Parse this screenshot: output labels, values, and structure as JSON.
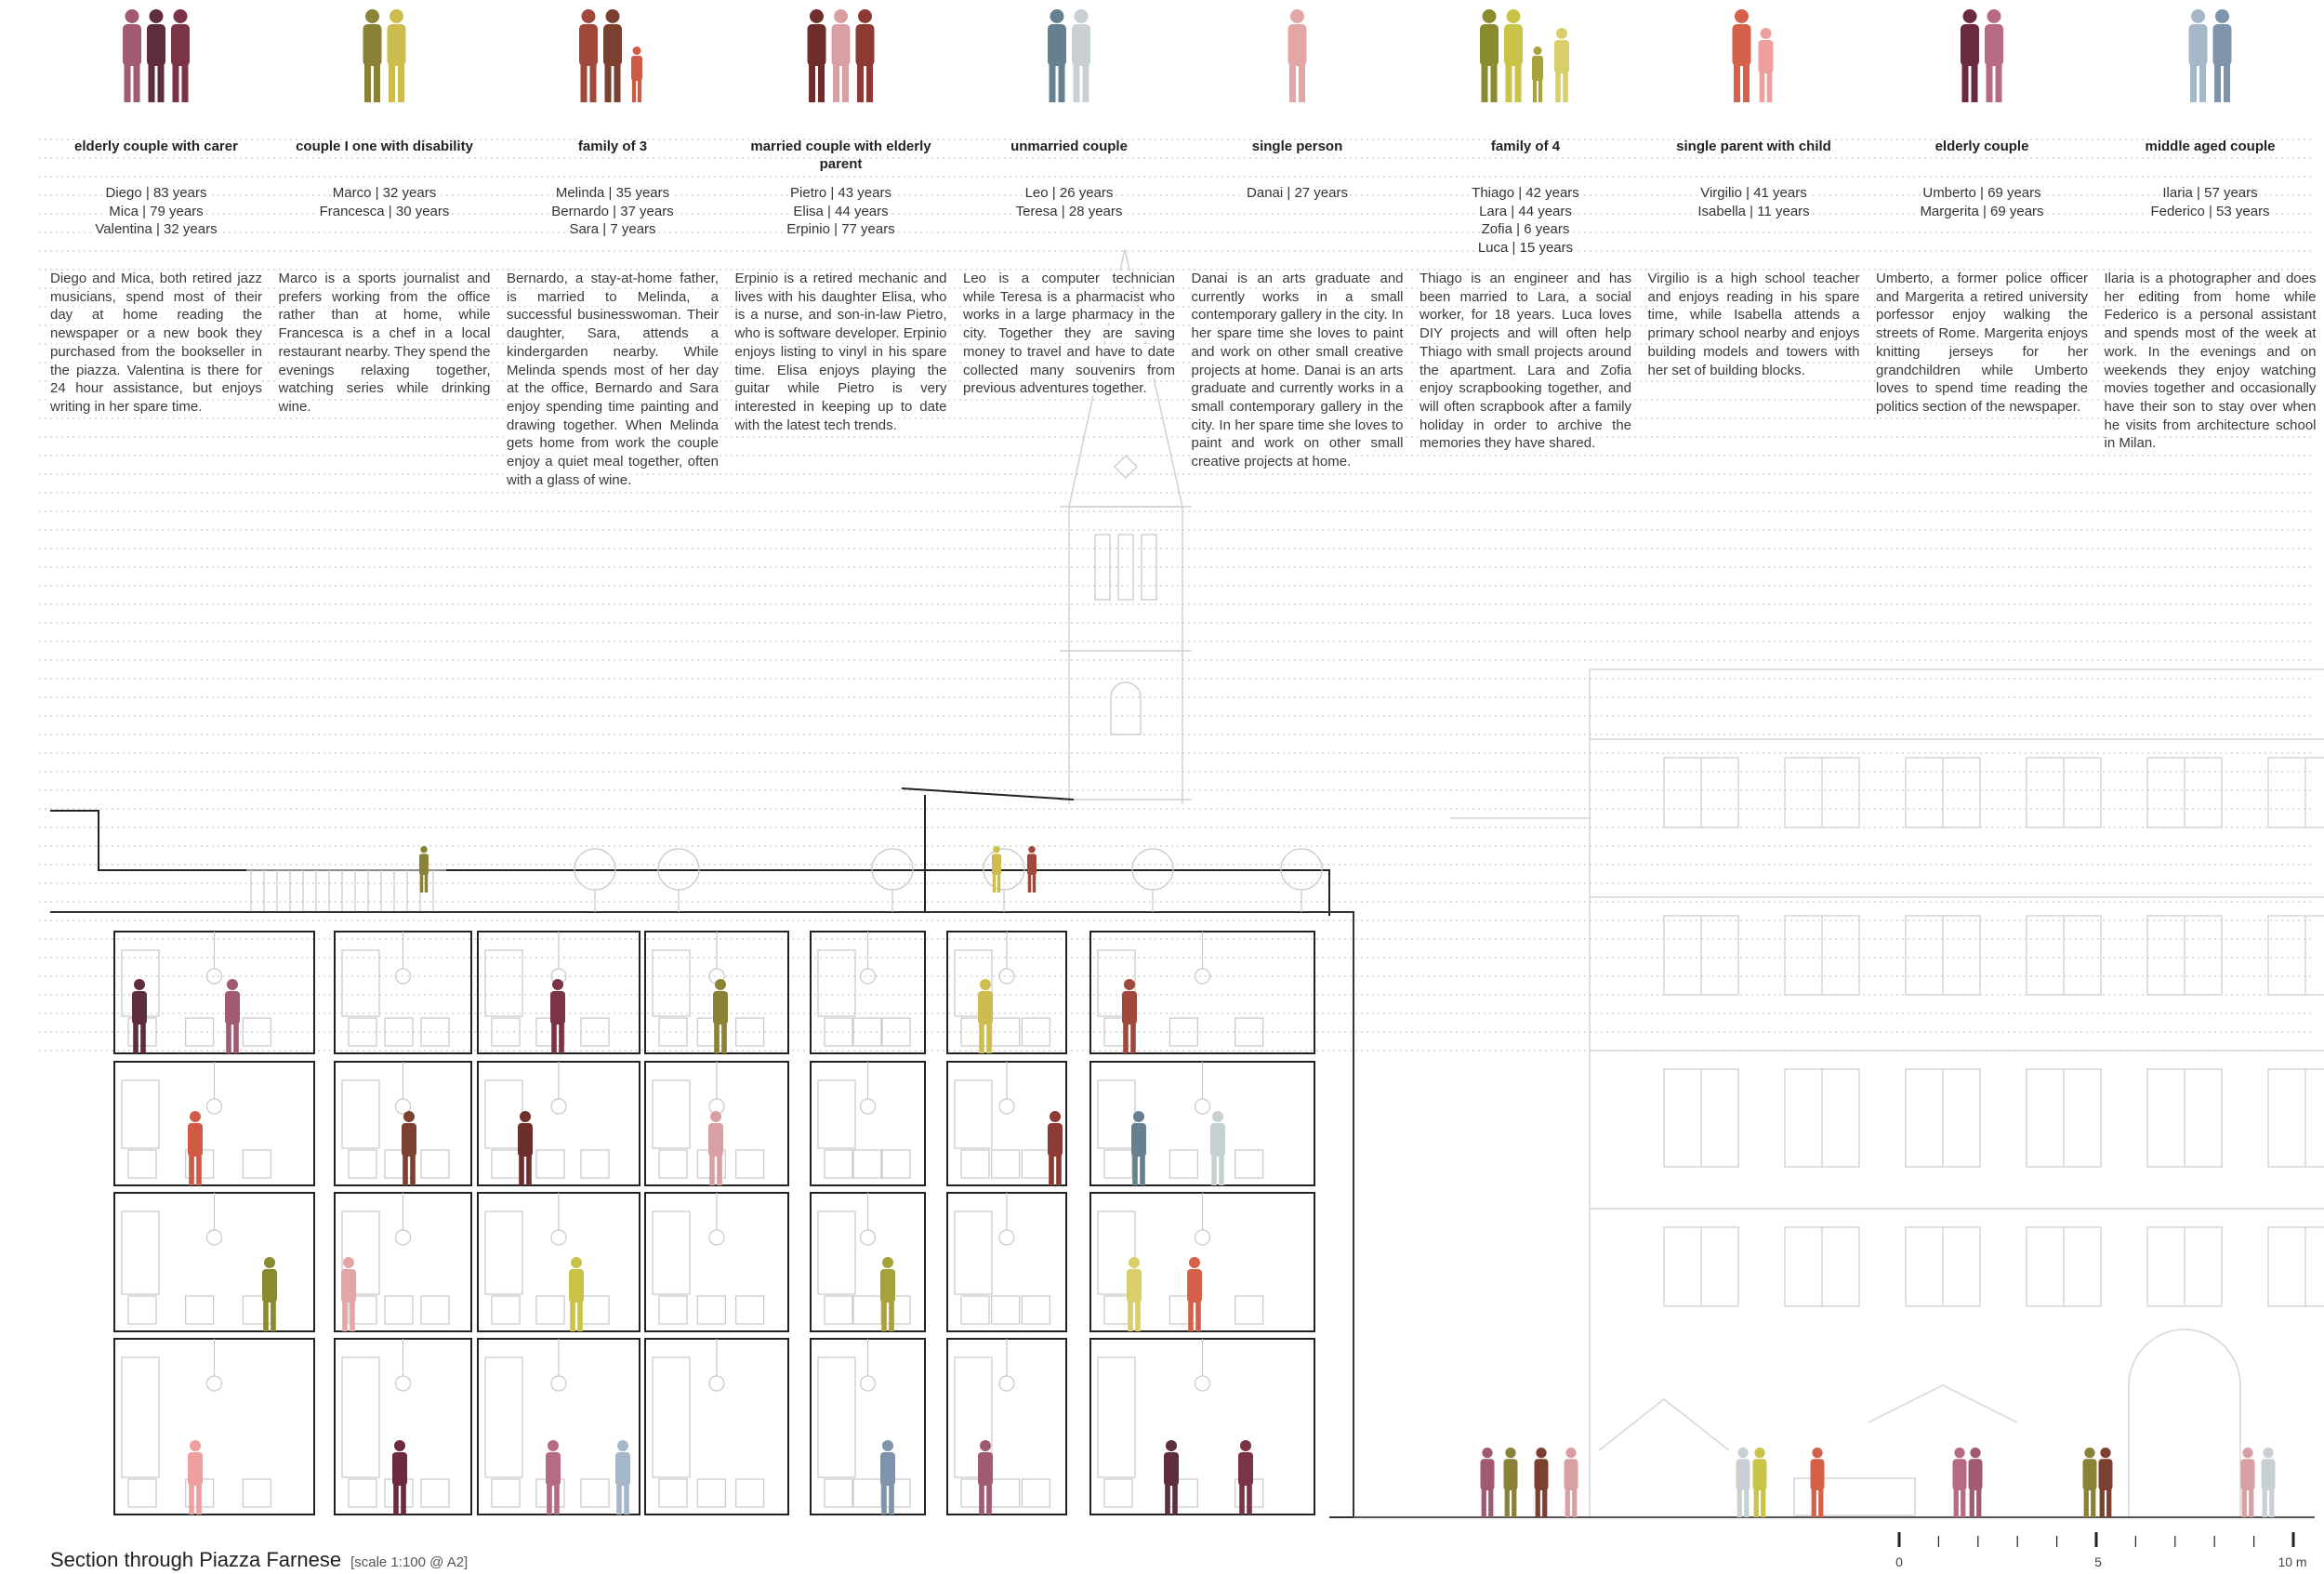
{
  "households": [
    {
      "title": "elderly couple with carer",
      "members": [
        "Diego | 83 years",
        "Mica | 79 years",
        "Valentina | 32 years"
      ],
      "description": "Diego and Mica, both retired jazz musicians, spend most of their day at home reading the newspaper or a new book they purchased from the bookseller in the piazza. Valentina is there for 24 hour assistance, but enjoys writing in her spare time.",
      "colors": [
        "#a05a72",
        "#5e2d3e",
        "#7a3446"
      ]
    },
    {
      "title": "couple I one with disability",
      "members": [
        "Marco | 32 years",
        "Francesca | 30 years"
      ],
      "description": "Marco is a sports journalist and prefers working from the office rather than at home, while Francesca is a chef in a local restaurant nearby. They spend the evenings relaxing together, watching series while drinking wine.",
      "colors": [
        "#8a8236",
        "#cdbd4e"
      ]
    },
    {
      "title": "family of 3",
      "members": [
        "Melinda | 35 years",
        "Bernardo | 37 years",
        "Sara | 7 years"
      ],
      "description": "Bernardo, a stay-at-home father, is married to Melinda, a successful businesswoman. Their daughter, Sara, attends a kindergarden nearby. While Melinda spends most of her day at the office, Bernardo and Sara enjoy spending time painting and drawing together. When Melinda gets home from work the couple enjoy a quiet meal together, often with a glass of wine.",
      "colors": [
        "#a0483a",
        "#7c4030",
        "#cf5a45"
      ]
    },
    {
      "title": "married couple with elderly parent",
      "members": [
        "Pietro | 43 years",
        "Elisa | 44 years",
        "Erpinio | 77 years"
      ],
      "description": "Erpinio is a retired mechanic and lives with his daughter Elisa, who is a nurse, and son-in-law Pietro, who is software developer. Erpinio enjoys listing to vinyl in his spare time. Elisa enjoys playing the guitar while Pietro is very interested in keeping up to date with the latest tech trends.",
      "colors": [
        "#6e2f2c",
        "#d9a0a4",
        "#8e3a34"
      ]
    },
    {
      "title": "unmarried couple",
      "members": [
        "Leo | 26 years",
        "Teresa | 28 years"
      ],
      "description": "Leo is a computer technician while Teresa is a pharmacist who works in a large pharmacy in the city. Together they are saving money to travel and have to date collected many souvenirs from previous adventures together.",
      "colors": [
        "#66808f",
        "#c8d0d4"
      ]
    },
    {
      "title": "single person",
      "members": [
        "Danai | 27 years"
      ],
      "description": "Danai is an arts graduate and currently works in a small contemporary gallery in the city. In her spare time she loves to paint and work on other small creative projects at home. Danai is an arts graduate and currently works in a small contemporary gallery in the city. In her spare time she loves to paint and work on other small creative projects at home.",
      "colors": [
        "#e3a6a6"
      ]
    },
    {
      "title": "family of 4",
      "members": [
        "Thiago | 42 years",
        "Lara | 44 years",
        "Zofia | 6 years",
        "Luca | 15 years"
      ],
      "description": "Thiago is an engineer and has been married to Lara, a social worker, for 18 years. Luca loves DIY projects and will often help Thiago with small projects around the apartment. Lara and Zofia enjoy scrapbooking together, and will often scrapbook after a family holiday in order to archive the memories they have shared.",
      "colors": [
        "#8a8a2e",
        "#c9c348",
        "#a7a23a",
        "#d8cf6a"
      ]
    },
    {
      "title": "single parent with child",
      "members": [
        "Virgilio | 41 years",
        "Isabella | 11 years"
      ],
      "description": "Virgilio is a high school teacher and enjoys reading in his spare time, while Isabella attends a primary school nearby and enjoys building models and towers with her set of building blocks.",
      "colors": [
        "#d6614a",
        "#ee9f9f"
      ]
    },
    {
      "title": "elderly couple",
      "members": [
        "Umberto | 69 years",
        "Margerita | 69 years"
      ],
      "description": "Umberto, a former police officer and Margerita a retired university porfessor enjoy walking the streets of Rome. Margerita enjoys knitting jerseys for her grandchildren while Umberto loves to spend time reading the politics section of the newspaper.",
      "colors": [
        "#6c2a3e",
        "#b66b82"
      ]
    },
    {
      "title": "middle aged couple",
      "members": [
        "Ilaria | 57 years",
        "Federico | 53 years"
      ],
      "description": "Ilaria is a photographer and does her editing from home while Federico is a personal assistant and spends most of the week at work. In the evenings and on weekends they enjoy watching movies together and occasionally have their son to stay over when he visits from architecture school in Milan.",
      "colors": [
        "#a6b8c8",
        "#7f94aa"
      ]
    }
  ],
  "caption": {
    "title": "Section through Piazza Farnese",
    "scale_note": "[scale 1:100 @ A2]"
  },
  "scale_bar": {
    "labels": [
      "0",
      "5",
      "10 m"
    ]
  }
}
